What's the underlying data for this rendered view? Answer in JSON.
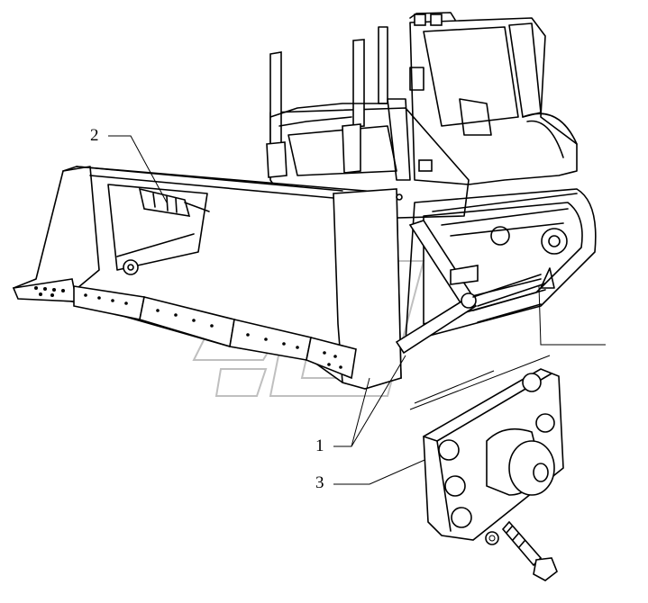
{
  "figure": {
    "callouts": [
      {
        "id": "2",
        "label": "2"
      },
      {
        "id": "1",
        "label": "1"
      },
      {
        "id": "3",
        "label": "3"
      }
    ]
  },
  "style": {
    "line_color": "#000000",
    "background": "#ffffff",
    "watermark_color": "#bfbfbf"
  }
}
